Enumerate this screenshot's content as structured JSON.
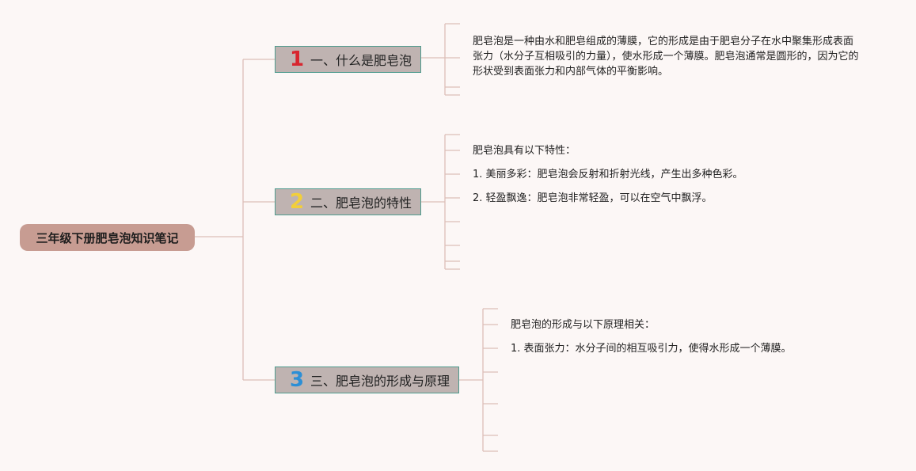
{
  "root": {
    "title": "三年级下册肥皂泡知识笔记"
  },
  "branches": [
    {
      "num": "1",
      "num_color": "#d8262f",
      "title": "一、什么是肥皂泡",
      "notes": [
        "肥皂泡是一种由水和肥皂组成的薄膜，它的形成是由于肥皂分子在水中聚集形成表面张力（水分子互相吸引的力量），使水形成一个薄膜。肥皂泡通常是圆形的，因为它的形状受到表面张力和内部气体的平衡影响。"
      ]
    },
    {
      "num": "2",
      "num_color": "#f2cf3a",
      "title": "二、肥皂泡的特性",
      "notes": [
        "肥皂泡具有以下特性：",
        "1. 美丽多彩：肥皂泡会反射和折射光线，产生出多种色彩。",
        "2. 轻盈飘逸：肥皂泡非常轻盈，可以在空气中飘浮。"
      ]
    },
    {
      "num": "3",
      "num_color": "#2c8fd6",
      "title": "三、肥皂泡的形成与原理",
      "notes": [
        "肥皂泡的形成与以下原理相关：",
        "1. 表面张力：水分子间的相互吸引力，使得水形成一个薄膜。"
      ]
    }
  ]
}
